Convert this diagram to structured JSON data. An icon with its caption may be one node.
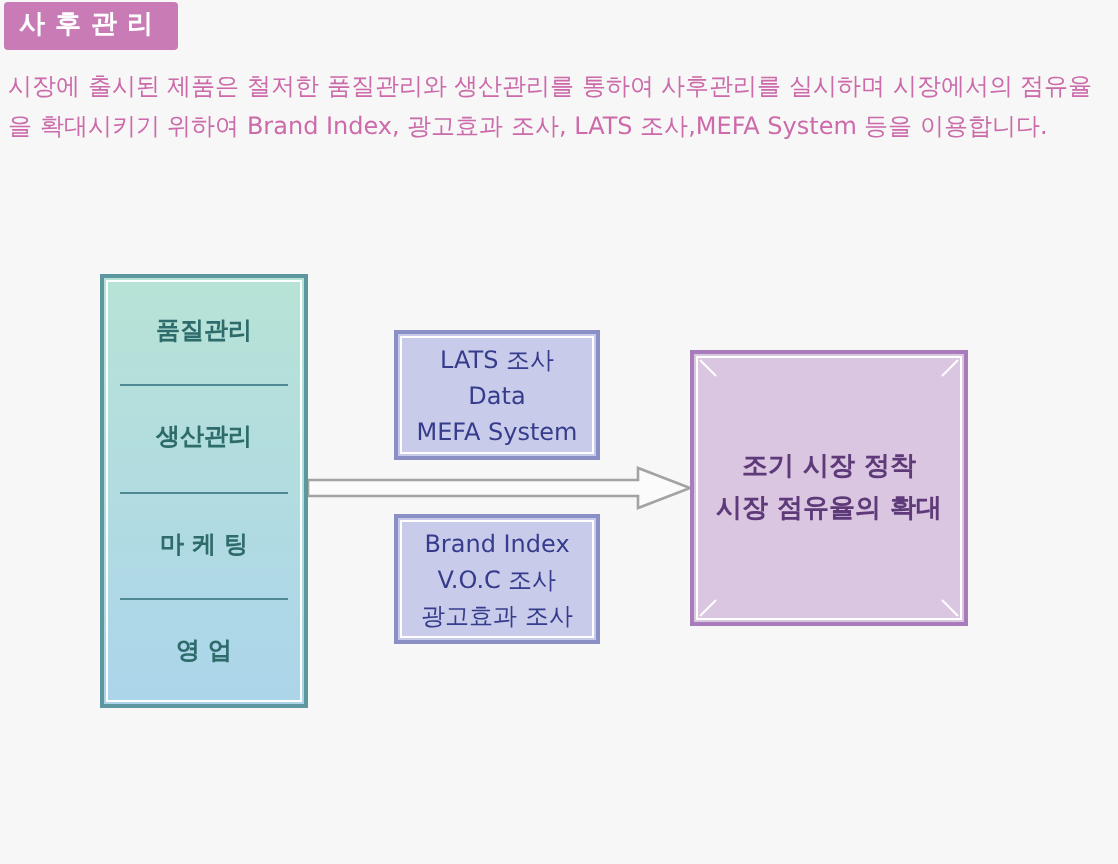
{
  "diagram": {
    "title": "사후관리",
    "nodes": [
      {
        "text": [
          "품질관리",
          "생산관리",
          "마 케 팅",
          "영 업"
        ]
      },
      {
        "text": [
          "LATS 조사",
          "Data",
          "MEFA System"
        ]
      },
      {
        "text": [
          "Brand Index",
          "V.O.C 조사",
          "광고효과 조사"
        ]
      },
      {
        "text": [
          "조기 시장 정착",
          "시장 점유율의 확대"
        ]
      }
    ],
    "edges": [
      {
        "from": 0,
        "to": 3,
        "arrow": "to"
      }
    ],
    "labels": [
      "시장에 출시된 제품은 철저한 품질관리와 생산관리를 통하여 사후관리를 실시하며 시장에서의 점유율을 확대시키기 위하여 Brand Index, 광고효과 조사, LATS 조사,MEFA System 등을 이용합니다."
    ]
  }
}
